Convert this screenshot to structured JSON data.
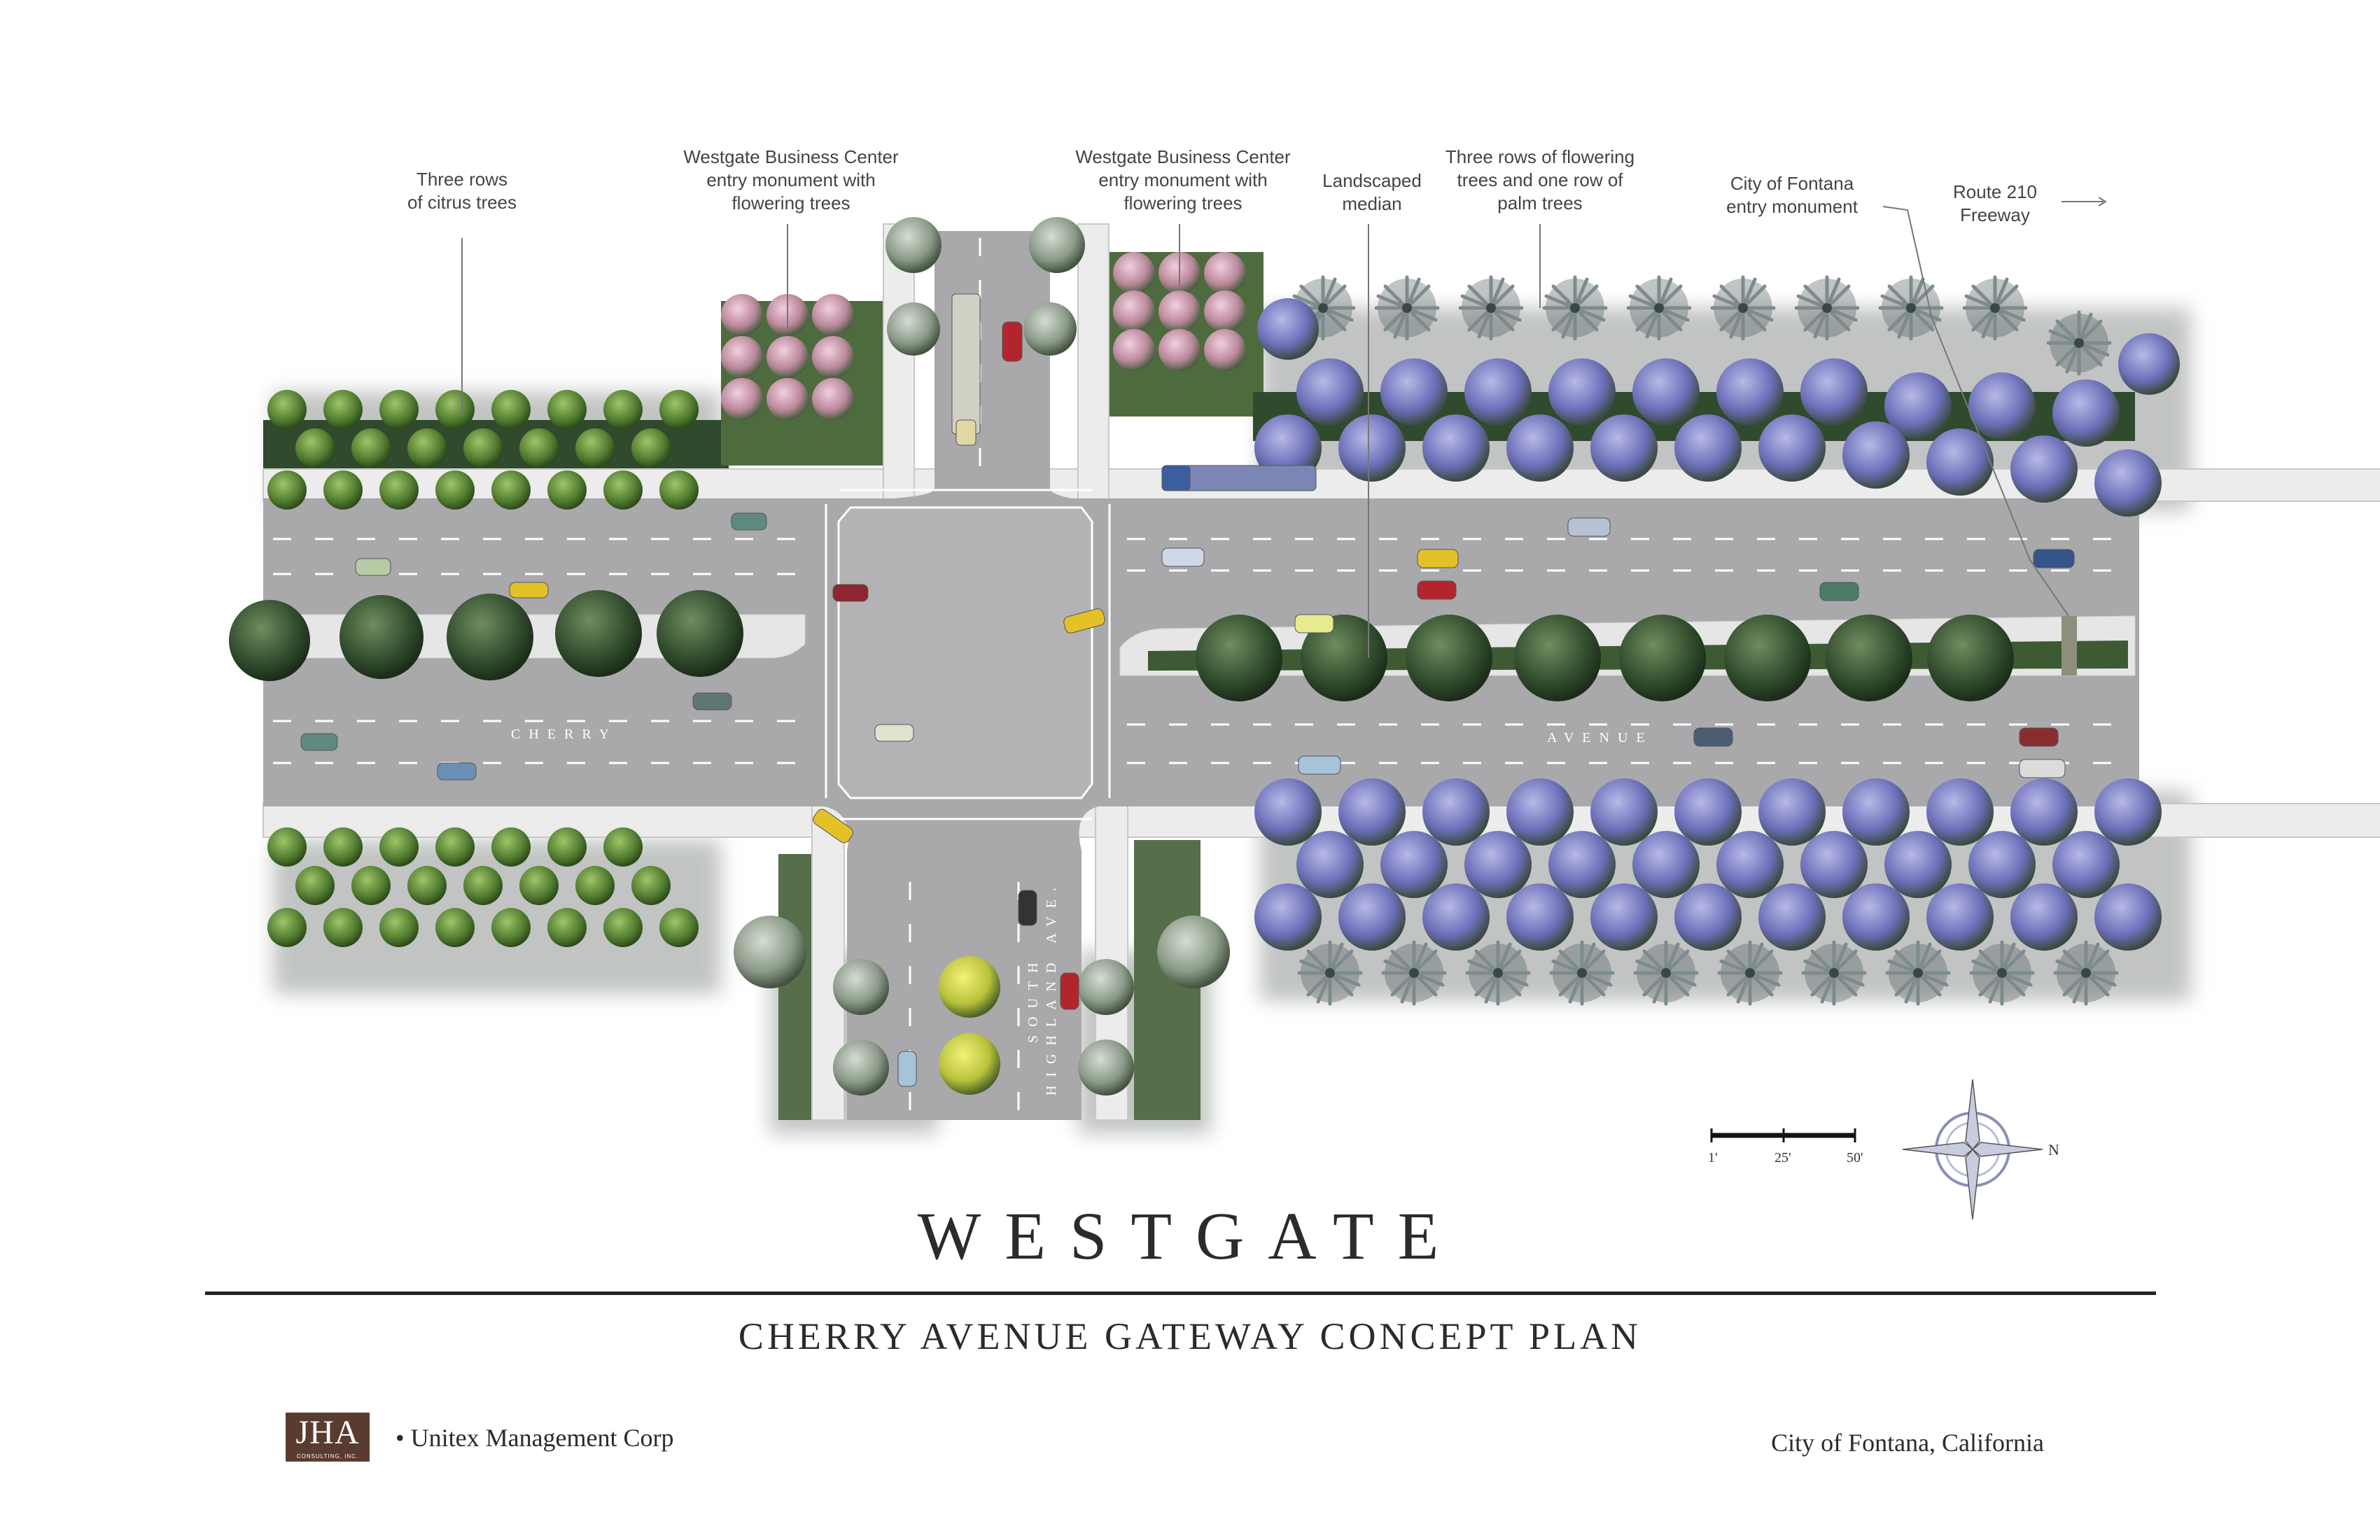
{
  "callouts": {
    "citrus": "Three rows\nof citrus trees",
    "monument_west": "Westgate Business Center\nentry monument with\nflowering trees",
    "monument_east": "Westgate Business Center\nentry monument with\nflowering trees",
    "median": "Landscaped\nmedian",
    "flowering_palm": "Three rows of flowering\ntrees and one row of\npalm trees",
    "fontana_monument": "City of Fontana\nentry monument",
    "freeway": "Route 210\nFreeway"
  },
  "streets": {
    "cherry": "CHERRY",
    "avenue": "AVENUE",
    "highland_1": "SOUTH",
    "highland_2": "HIGHLAND AVE."
  },
  "scale": {
    "labels": [
      "1'",
      "25'",
      "50'"
    ]
  },
  "compass": {
    "north": "N"
  },
  "title": "WESTGATE",
  "subtitle": "CHERRY AVENUE GATEWAY CONCEPT PLAN",
  "logo": {
    "text": "JHA",
    "sub": "CONSULTING, INC."
  },
  "client": "•  Unitex Management Corp",
  "location": "City of Fontana, California",
  "colors": {
    "road": "#a9a9ab",
    "sidewalk": "#ececec",
    "citrus_tree": "#4f7a2e",
    "dark_tree": "#2f4a2c",
    "flowering_tree": "#6c6fb8",
    "pink_tree": "#b9889a",
    "palm": "#5f6b6e",
    "yellow_tree": "#b9c23a"
  }
}
